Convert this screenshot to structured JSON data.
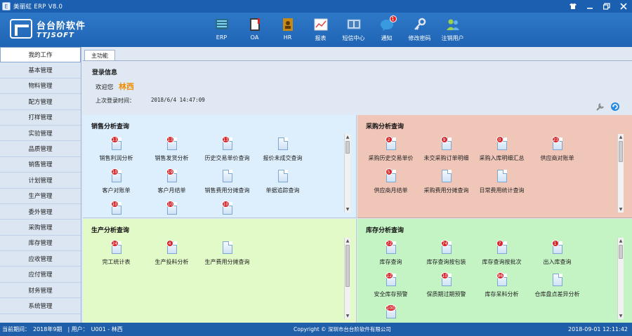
{
  "title_bar": {
    "title": "美丽虹 ERP V8.0"
  },
  "logo": {
    "cn": "台台阶软件",
    "en": "TTJSOFT"
  },
  "toolbar": [
    {
      "label": "ERP",
      "icon": "erp-icon"
    },
    {
      "label": "OA",
      "icon": "oa-icon"
    },
    {
      "label": "HR",
      "icon": "hr-icon"
    },
    {
      "label": "报表",
      "icon": "report-icon"
    },
    {
      "label": "短信中心",
      "icon": "sms-icon"
    },
    {
      "label": "通知",
      "icon": "notice-icon",
      "badge": "1"
    },
    {
      "label": "修改密码",
      "icon": "key-icon"
    },
    {
      "label": "注销用户",
      "icon": "logout-user-icon"
    }
  ],
  "sidebar": {
    "items": [
      "我的工作",
      "基本管理",
      "物料管理",
      "配方管理",
      "打样管理",
      "实验管理",
      "品质管理",
      "销售管理",
      "计划管理",
      "生产管理",
      "委外管理",
      "采购管理",
      "库存管理",
      "应收管理",
      "应付管理",
      "财务管理",
      "系统管理"
    ]
  },
  "tabs": [
    "主功能"
  ],
  "login": {
    "heading": "登录信息",
    "welcome_label": "欢迎您",
    "user_name": "林西",
    "last_login_label": "上次登录时间：",
    "last_login_time": "2018/6/4 14:47:09"
  },
  "panels": {
    "sales": {
      "title": "销售分析查询",
      "color": "#ddeefd",
      "items": [
        {
          "name": "销售利润分析",
          "badge": "13"
        },
        {
          "name": "销售发货分析",
          "badge": "13"
        },
        {
          "name": "历史交易单价查询",
          "badge": "13"
        },
        {
          "name": "报价未成交查询",
          "badge": ""
        },
        {
          "name": "客户对账单",
          "badge": "10"
        },
        {
          "name": "客户月结单",
          "badge": "19"
        },
        {
          "name": "销售费用分摊查询",
          "badge": ""
        },
        {
          "name": "单据追踪查询",
          "badge": ""
        },
        {
          "name": "",
          "badge": "10"
        },
        {
          "name": "",
          "badge": "10"
        },
        {
          "name": "",
          "badge": "10"
        }
      ]
    },
    "purchase": {
      "title": "采购分析查询",
      "color": "#f0c6b8",
      "items": [
        {
          "name": "采购历史交易单价",
          "badge": "2"
        },
        {
          "name": "未交采购订单明细",
          "badge": "9"
        },
        {
          "name": "采购入库明细汇总",
          "badge": "0"
        },
        {
          "name": "供应商对账单",
          "badge": "23"
        },
        {
          "name": "供应商月结单",
          "badge": "5"
        },
        {
          "name": "采购费用分摊查询",
          "badge": ""
        },
        {
          "name": "日常费用统计查询",
          "badge": ""
        }
      ]
    },
    "production": {
      "title": "生产分析查询",
      "color": "#e2f9c8",
      "items": [
        {
          "name": "完工统计表",
          "badge": "24"
        },
        {
          "name": "生产投料分析",
          "badge": "4"
        },
        {
          "name": "生产费用分摊查询",
          "badge": ""
        }
      ]
    },
    "inventory": {
      "title": "库存分析查询",
      "color": "#c4f3c4",
      "items": [
        {
          "name": "库存查询",
          "badge": "72"
        },
        {
          "name": "库存查询按包装",
          "badge": "74"
        },
        {
          "name": "库存查询按批次",
          "badge": "7"
        },
        {
          "name": "出入库查询",
          "badge": "1"
        },
        {
          "name": "安全库存预警",
          "badge": "12"
        },
        {
          "name": "保质期过期预警",
          "badge": "10"
        },
        {
          "name": "库存呆料分析",
          "badge": "96"
        },
        {
          "name": "仓库盘点差异分析",
          "badge": ""
        },
        {
          "name": "",
          "badge": "100"
        }
      ]
    }
  },
  "status_bar": {
    "left": "当前期间：　2018年9期　| 用户：　U001 - 林西",
    "center": "Copyright © 深圳市台台阶软件有限公司",
    "right": "2018-09-01 12:11:42"
  }
}
